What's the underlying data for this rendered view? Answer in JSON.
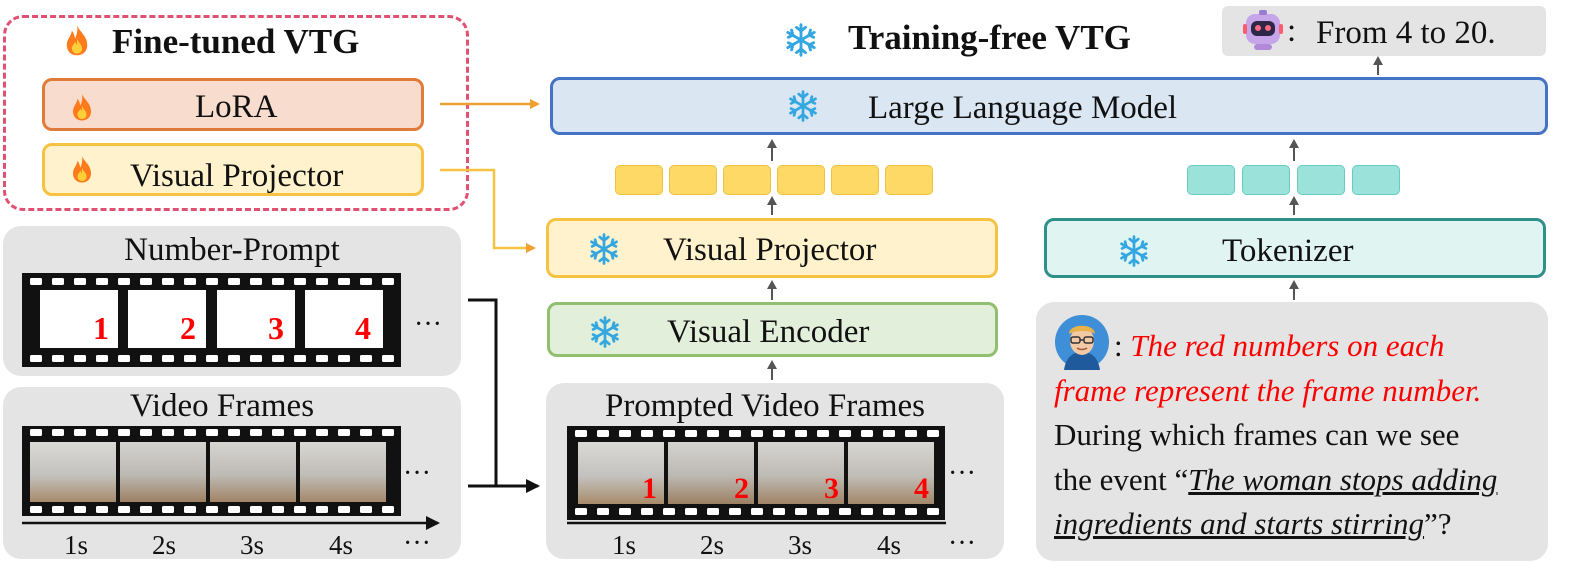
{
  "finetuned": {
    "title": "Fine-tuned VTG",
    "lora": "LoRA",
    "projector": "Visual Projector"
  },
  "training_free": {
    "title": "Training-free VTG"
  },
  "output": {
    "answer": "From 4 to 20."
  },
  "modules": {
    "llm": "Large Language Model",
    "visual_projector": "Visual Projector",
    "visual_encoder": "Visual Encoder",
    "tokenizer": "Tokenizer"
  },
  "number_prompt": {
    "title": "Number-Prompt",
    "numbers": [
      "1",
      "2",
      "3",
      "4"
    ],
    "ellipsis": "···"
  },
  "video_frames": {
    "title": "Video Frames",
    "ticks": [
      "1s",
      "2s",
      "3s",
      "4s"
    ],
    "ellipsis": "···"
  },
  "prompted_frames": {
    "title": "Prompted Video Frames",
    "numbers": [
      "1",
      "2",
      "3",
      "4"
    ],
    "ticks": [
      "1s",
      "2s",
      "3s",
      "4s"
    ],
    "ellipsis": "···"
  },
  "query": {
    "colon": ":",
    "prompt_line1": "The red numbers on each",
    "prompt_line2": "frame represent the frame number.",
    "line3": "During which frames can we see",
    "line4_pre": "the event “",
    "event_part1": "The woman stops adding",
    "event_part2": "ingredients and starts stirring",
    "line5_post": "”?"
  },
  "icons": {
    "fire": "fire-icon",
    "snowflake": "snowflake-icon",
    "robot": "robot-icon",
    "user": "user-avatar-icon"
  },
  "colors": {
    "finetuned_border": "#e05070",
    "lora_fill": "#f8dccd",
    "lora_border": "#e07b39",
    "projector_fill": "#fff2cc",
    "projector_border": "#f5c242",
    "llm_fill": "#dae6f2",
    "llm_border": "#4472c4",
    "encoder_fill": "#e2efda",
    "encoder_border": "#8fbf6f",
    "tokenizer_fill": "#e0f4f2",
    "tokenizer_border": "#2e9088",
    "panel_gray": "#e4e4e4",
    "number_red": "#ff0000",
    "snow_blue": "#34a7e0"
  }
}
